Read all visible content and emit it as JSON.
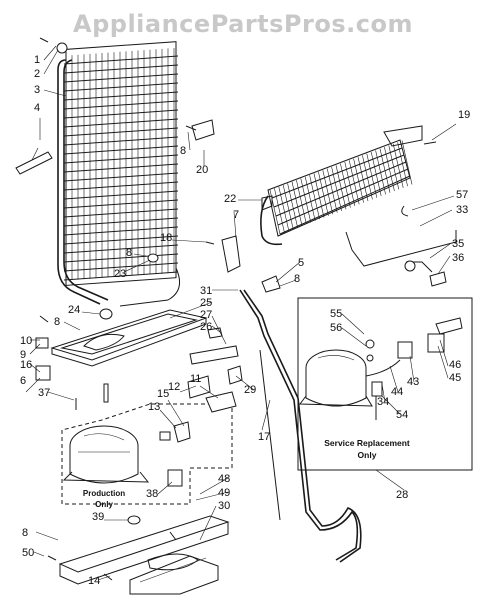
{
  "watermark": "AppliancePartsPros.com",
  "part_numbers": [
    "1",
    "2",
    "3",
    "4",
    "5",
    "6",
    "7",
    "8",
    "9",
    "10",
    "11",
    "12",
    "13",
    "14",
    "15",
    "16",
    "17",
    "18",
    "19",
    "20",
    "22",
    "23",
    "24",
    "25",
    "26",
    "27",
    "28",
    "29",
    "30",
    "31",
    "33",
    "34",
    "35",
    "36",
    "37",
    "38",
    "39",
    "43",
    "44",
    "45",
    "46",
    "48",
    "49",
    "50",
    "54",
    "55",
    "56",
    "57"
  ],
  "labels": {
    "service_replacement_line1": "Service Replacement",
    "service_replacement_line2": "Only",
    "production_line1": "Production",
    "production_line2": "Only"
  }
}
